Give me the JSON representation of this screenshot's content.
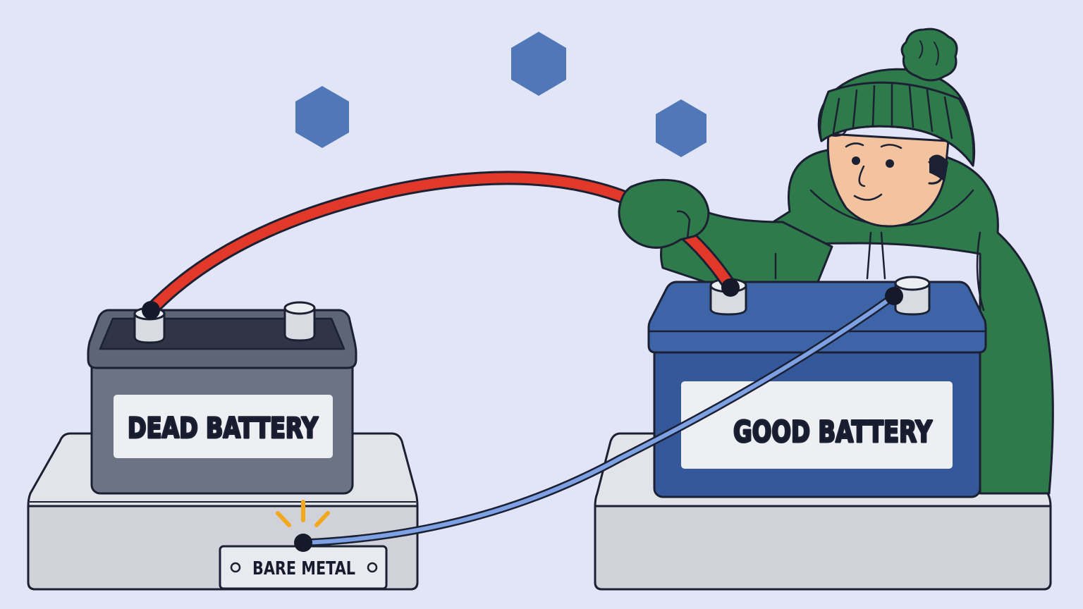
{
  "labels": {
    "dead_battery": "DEAD BATTERY",
    "good_battery": "GOOD BATTERY",
    "bare_metal": "BARE METAL"
  },
  "colors": {
    "background": "#e2e5f5",
    "positive_cable": "#e2382a",
    "negative_cable": "#7da1e2",
    "dead_battery": "#6b7384",
    "good_battery": "#34589a",
    "snowflake": "#5077b8",
    "jacket": "#2f7a4a",
    "spark": "#f2a81c"
  },
  "icons": [
    "snowflake-hexagon-icon",
    "spark-icon",
    "person-illustration"
  ]
}
